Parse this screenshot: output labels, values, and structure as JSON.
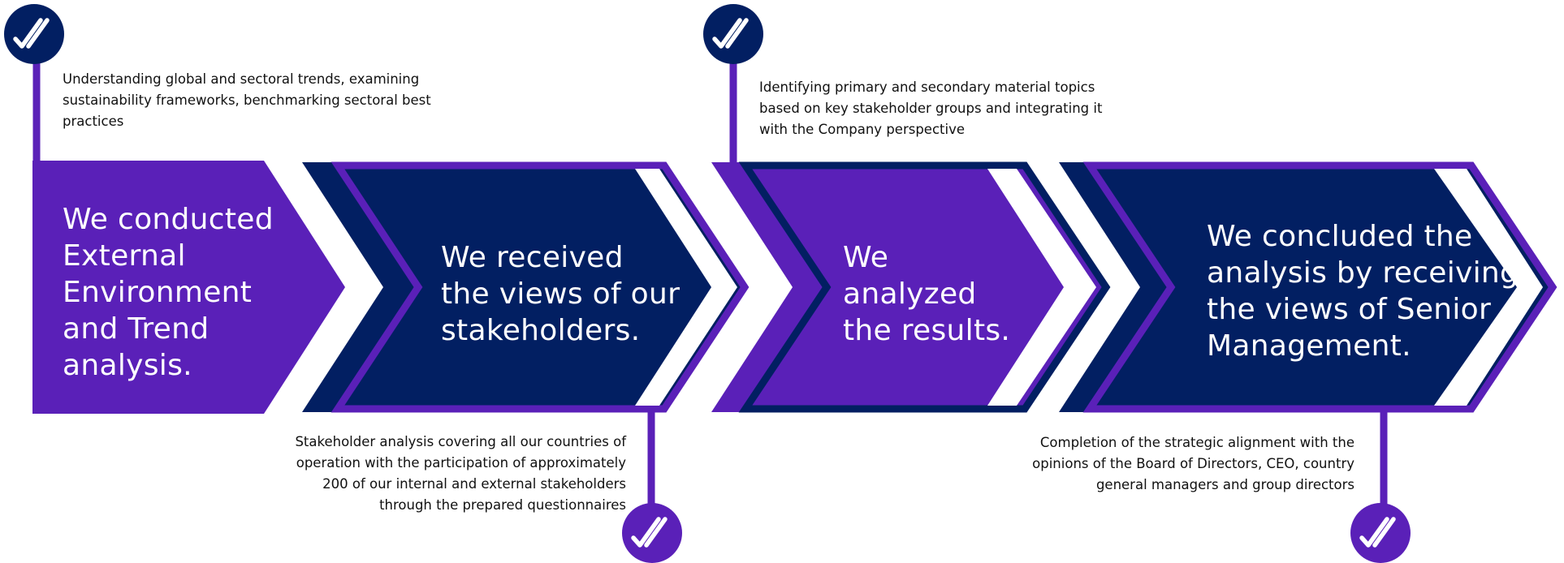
{
  "colors": {
    "purple": "#5a20b8",
    "navy": "#021f62",
    "white": "#ffffff",
    "text": "#111111"
  },
  "steps": [
    {
      "title_lines": [
        "We conducted",
        "External",
        "Environment",
        "and Trend",
        "analysis."
      ],
      "fill": "purple",
      "note_lines": [
        "Understanding global and sectoral trends, examining",
        "sustainability frameworks, benchmarking sectoral best",
        "practices"
      ],
      "badge_color": "navy"
    },
    {
      "title_lines": [
        "We received",
        "the views of our",
        "stakeholders."
      ],
      "fill": "navy",
      "note_lines": [
        "Stakeholder analysis covering all our countries of",
        "operation with the participation of approximately",
        "200 of our internal and external stakeholders",
        "through the prepared questionnaires"
      ],
      "badge_color": "purple"
    },
    {
      "title_lines": [
        "We",
        "analyzed",
        "the results."
      ],
      "fill": "purple",
      "note_lines": [
        "Identifying primary and secondary material topics",
        "based on key stakeholder groups and integrating it",
        "with the Company perspective"
      ],
      "badge_color": "navy"
    },
    {
      "title_lines": [
        "We concluded the",
        "analysis by receiving",
        "the views of Senior",
        "Management."
      ],
      "fill": "navy",
      "note_lines": [
        "Completion of the strategic alignment with the",
        "opinions of the Board of Directors, CEO, country",
        "general managers and group directors"
      ],
      "badge_color": "purple"
    }
  ],
  "icons": {
    "badge": "double-check-icon"
  }
}
